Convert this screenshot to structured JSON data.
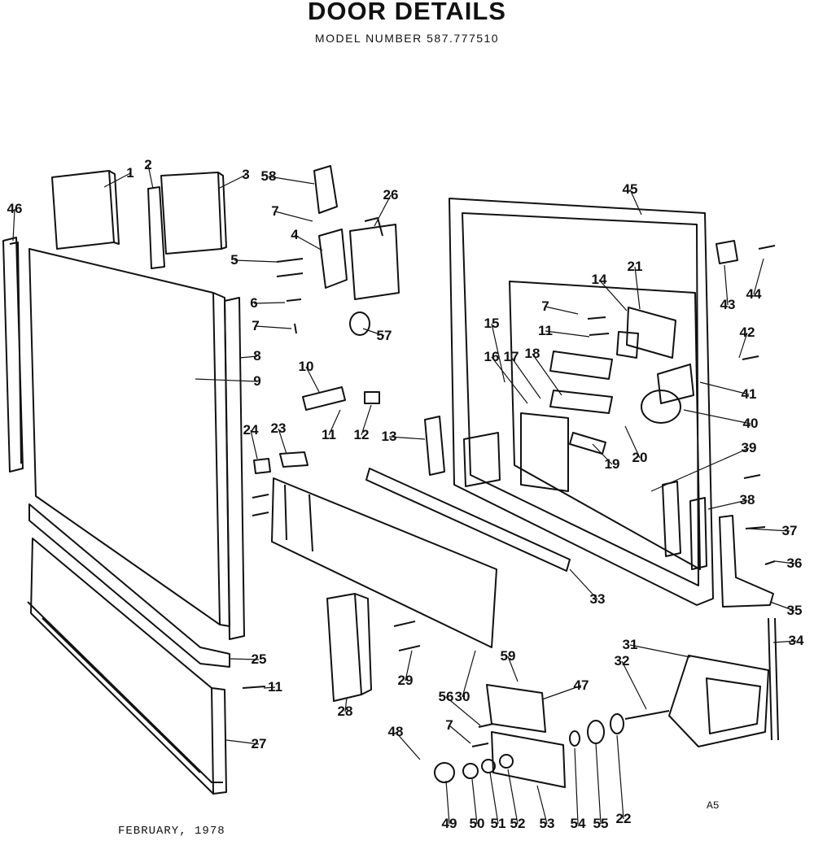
{
  "header": {
    "title": "DOOR DETAILS",
    "model": "MODEL NUMBER 587.777510"
  },
  "footer": {
    "date": "FEBRUARY, 1978",
    "code": "A5"
  },
  "diagram": {
    "part_numbers": [
      "1",
      "2",
      "3",
      "58",
      "26",
      "7",
      "4",
      "5",
      "6",
      "7",
      "57",
      "8",
      "9",
      "10",
      "11",
      "12",
      "46",
      "45",
      "21",
      "14",
      "7",
      "11",
      "15",
      "16",
      "17",
      "18",
      "13",
      "19",
      "20",
      "41",
      "40",
      "42",
      "43",
      "44",
      "39",
      "38",
      "37",
      "36",
      "35",
      "34",
      "24",
      "23",
      "25",
      "11",
      "27",
      "28",
      "29",
      "30",
      "33",
      "31",
      "32",
      "59",
      "47",
      "56",
      "7",
      "48",
      "49",
      "50",
      "51",
      "52",
      "53",
      "54",
      "55",
      "22"
    ]
  }
}
